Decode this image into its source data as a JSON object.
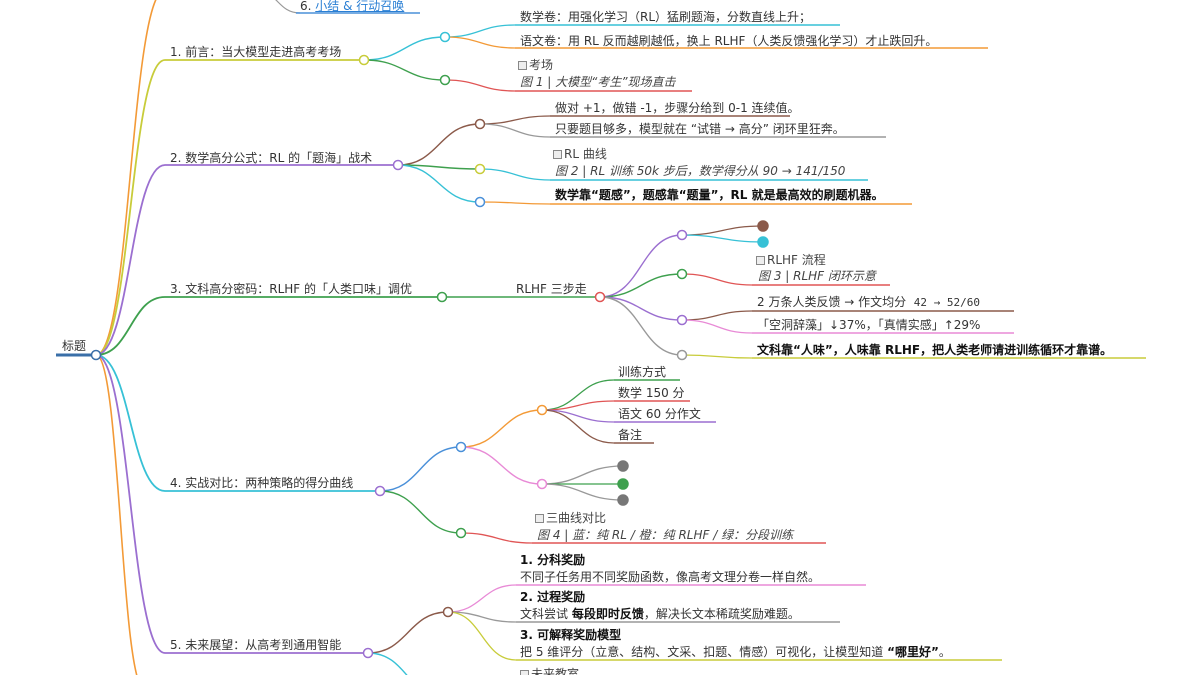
{
  "root": {
    "label": "标题"
  },
  "branches": [
    {
      "label": "6. ",
      "link": "小结 & 行动召唤"
    },
    {
      "label": "1. 前言：当大模型走进高考考场",
      "items": [
        "数学卷：用强化学习（RL）猛刷题海，分数直线上升；",
        "语文卷：用 RL 反而越刷越低，换上 RLHF（人类反馈强化学习）才止跌回升。"
      ],
      "image_alt": "考场",
      "caption": "图 1 | 大模型“考生”现场直击"
    },
    {
      "label": "2. 数学高分公式：RL 的「题海」战术",
      "items": [
        "做对 +1，做错 -1，步骤分给到 0-1 连续值。",
        "只要题目够多，模型就在 “试错 → 高分” 闭环里狂奔。"
      ],
      "image_alt": "RL 曲线",
      "caption": "图 2 | RL 训练 50k 步后，数学得分从 90 → 141/150",
      "summary": "数学靠“题感”，题感靠“题量”，RL 就是最高效的刷题机器。"
    },
    {
      "label": "3. 文科高分密码：RLHF 的「人类口味」调优",
      "sub": "RLHF 三步走",
      "image_alt": "RLHF 流程",
      "caption": "图 3 | RLHF 闭环示意",
      "stat1": "2 万条人类反馈 → 作文均分",
      "stat1_value": "42 → 52/60",
      "stat2": "「空洞辞藻」↓37%，「真情实感」↑29%",
      "summary": "文科靠“人味”，人味靠 RLHF，把人类老师请进训练循环才靠谱。"
    },
    {
      "label": "4. 实战对比：两种策略的得分曲线",
      "table_cells": [
        "训练方式",
        "数学 150 分",
        "语文 60 分作文",
        "备注"
      ],
      "image_alt": "三曲线对比",
      "caption": "图 4 | 蓝：纯 RL / 橙：纯 RLHF / 绿：分段训练"
    },
    {
      "label": "5. 未来展望：从高考到通用智能",
      "points": [
        {
          "title": "1. 分科奖励",
          "desc": "不同子任务用不同奖励函数，像高考文理分卷一样自然。"
        },
        {
          "title": "2. 过程奖励",
          "desc_pre": "文科尝试 ",
          "desc_bold": "每段即时反馈",
          "desc_post": "，解决长文本稀疏奖励难题。"
        },
        {
          "title": "3. 可解释奖励模型",
          "desc_pre": "把 5 维评分（立意、结构、文采、扣题、情感）可视化，让模型知道 ",
          "desc_bold": "“哪里好”",
          "desc_post": "。"
        }
      ],
      "image_alt": "未来教室"
    }
  ],
  "colors": {
    "root_line": "#3a6fa8",
    "orange": "#f39a37",
    "yellow": "#c8cc3a",
    "purple": "#9b6fd0",
    "green": "#3ea04e",
    "cyan": "#37c1d6",
    "red": "#e05555",
    "brown": "#8b5a4a",
    "pink": "#e88ad6",
    "gray": "#999999",
    "blue": "#4a90d9"
  }
}
